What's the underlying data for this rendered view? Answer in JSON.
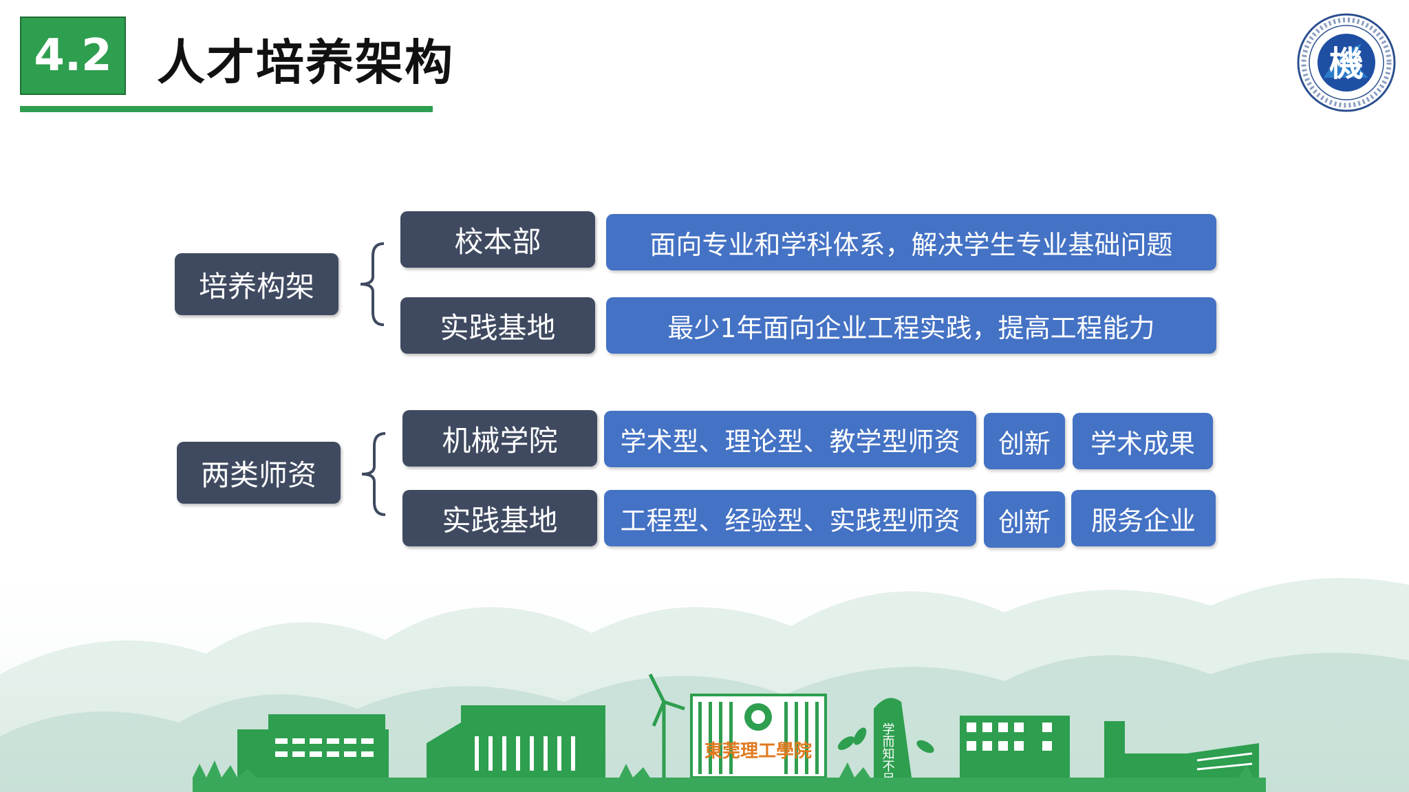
{
  "header": {
    "section_number": "4.2",
    "title": "人才培养架构"
  },
  "logo": {
    "icon": "school-emblem-icon",
    "emblem_text": "機",
    "ring_text": "東莞理工學院機械工程學院"
  },
  "groups": [
    {
      "label": "培养构架",
      "rows": [
        {
          "label": "校本部",
          "description": "面向专业和学科体系，解决学生专业基础问题"
        },
        {
          "label": "实践基地",
          "description": "最少1年面向企业工程实践，提高工程能力"
        }
      ]
    },
    {
      "label": "两类师资",
      "rows": [
        {
          "label": "机械学院",
          "description": "学术型、理论型、教学型师资",
          "tag": "创新",
          "outcome": "学术成果"
        },
        {
          "label": "实践基地",
          "description": "工程型、经验型、实践型师资",
          "tag": "创新",
          "outcome": "服务企业"
        }
      ]
    }
  ],
  "scenery": {
    "gate_text": "東莞理工學院",
    "stone_text": "学而知不足"
  },
  "colors": {
    "accent_green": "#2e9e4f",
    "dark_box": "#3f4a60",
    "blue_box": "#4472c4"
  }
}
